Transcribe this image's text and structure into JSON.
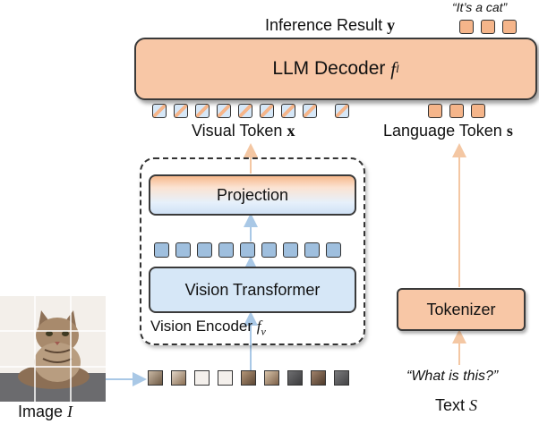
{
  "llm_decoder": {
    "label": "LLM Decoder",
    "symbol": "f",
    "subscript": "l"
  },
  "inference_result": {
    "label": "Inference Result",
    "symbol": "y",
    "output_text": "“It’s a cat”"
  },
  "visual_token": {
    "label": "Visual Token",
    "symbol": "x"
  },
  "language_token": {
    "label": "Language Token",
    "symbol": "s"
  },
  "projection": {
    "label": "Projection"
  },
  "vision_transformer": {
    "label": "Vision Transformer"
  },
  "vision_encoder": {
    "label": "Vision Encoder",
    "symbol": "f",
    "subscript": "v"
  },
  "tokenizer": {
    "label": "Tokenizer"
  },
  "image": {
    "label": "Image",
    "symbol": "I"
  },
  "text_input": {
    "label": "Text",
    "symbol": "S",
    "query": "“What is this?”"
  },
  "colors": {
    "orange": "#f8c7a6",
    "orange_token": "#f5b58a",
    "blue": "#d6e7f7",
    "arrow_blue": "#a9c8e6",
    "arrow_orange": "#f4c7a3"
  }
}
